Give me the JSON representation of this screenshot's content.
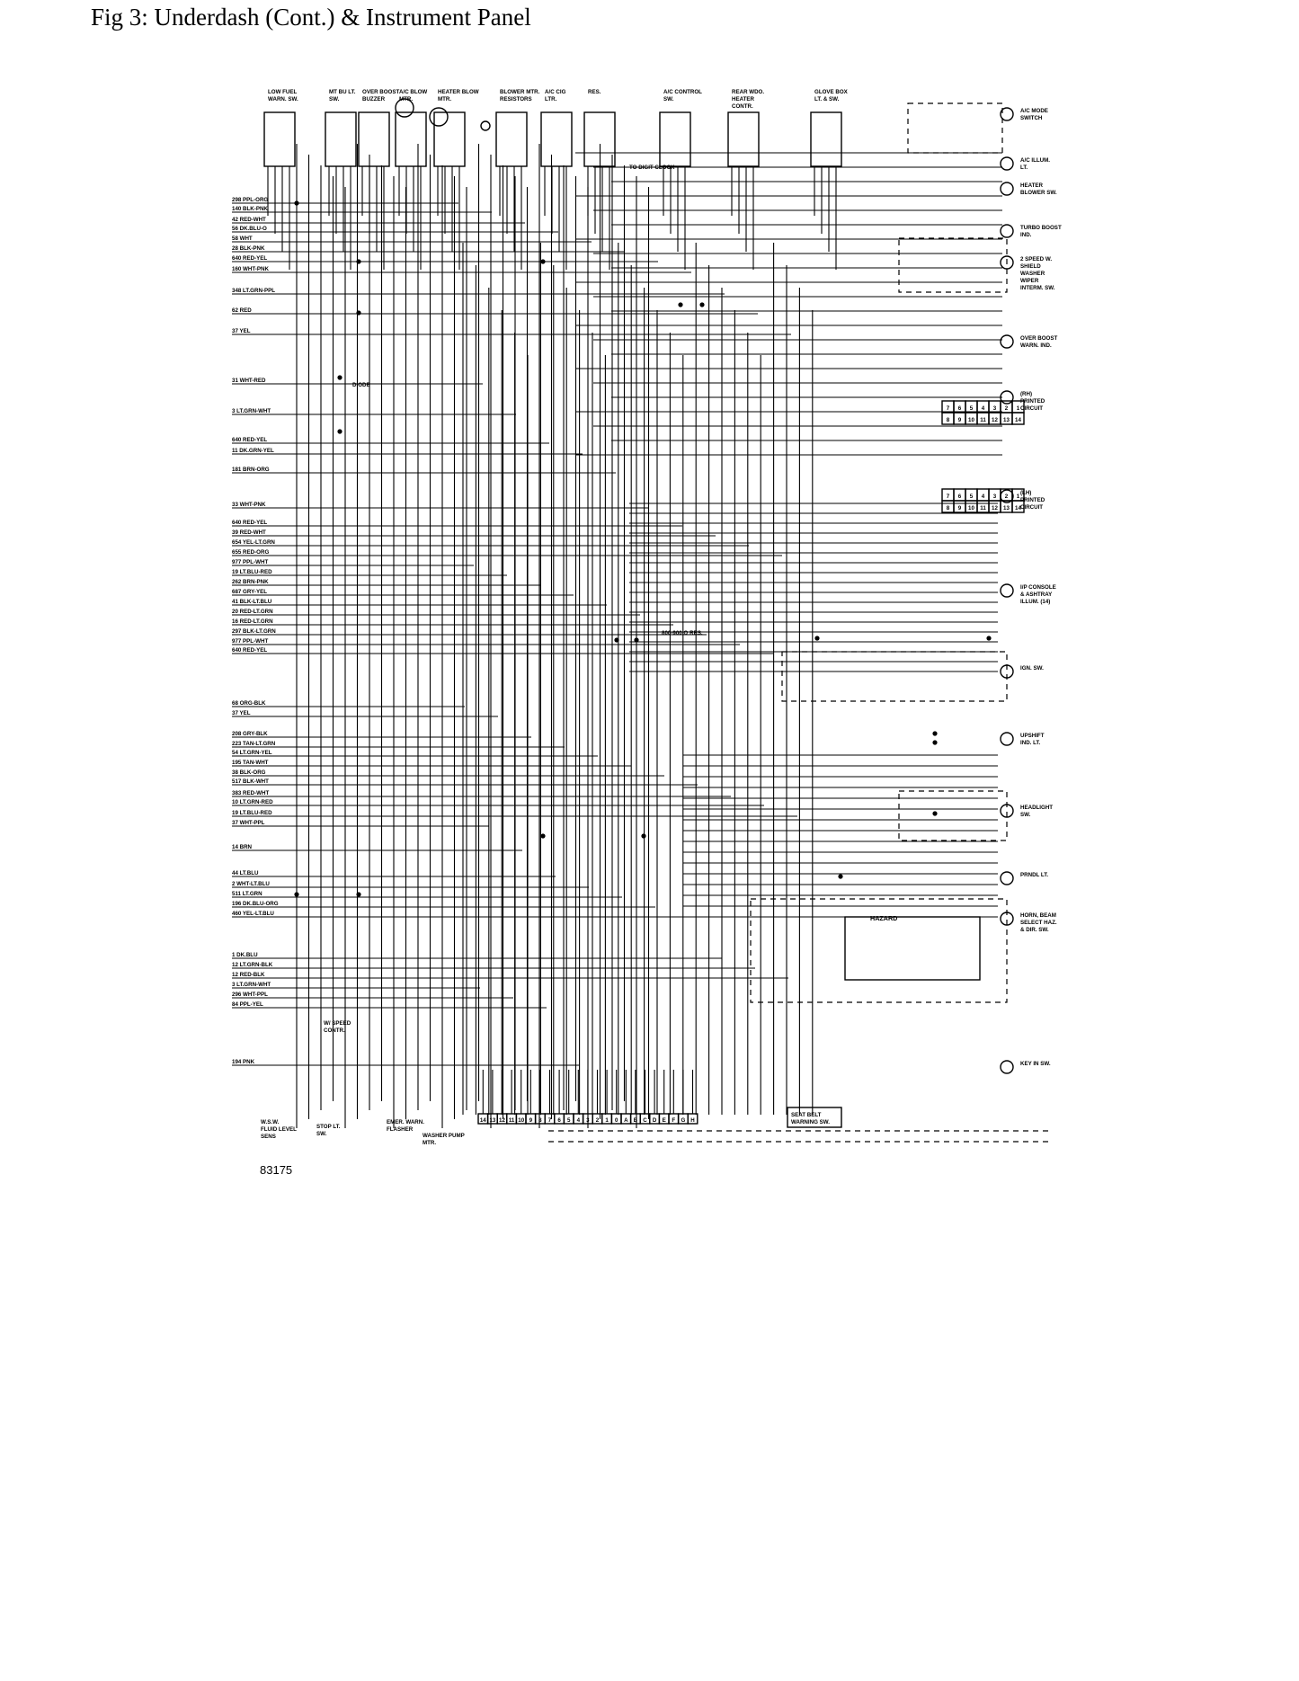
{
  "page": {
    "title": "Fig 3: Underdash (Cont.) & Instrument Panel",
    "figure_number": "83175"
  },
  "top_components": [
    {
      "name": "low-fuel",
      "text": "LOW FUEL WARN. SW."
    },
    {
      "name": "mt-bu",
      "text": "MT BU LT. SW."
    },
    {
      "name": "over-boost-buzzer",
      "text": "OVER BOOST BUZZER"
    },
    {
      "name": "ac-blow-mtr",
      "text": "A/C BLOW MTR."
    },
    {
      "name": "heater-blow-mtr",
      "text": "HEATER BLOW MTR."
    },
    {
      "name": "blower-mtr-resistors",
      "text": "BLOWER MTR. RESISTORS"
    },
    {
      "name": "ac-cig-ltr",
      "text": "A/C CIG LTR."
    },
    {
      "name": "res",
      "text": "RES."
    },
    {
      "name": "ac-control-sw",
      "text": "A/C CONTROL SW."
    },
    {
      "name": "rear-wdo",
      "text": "REAR WDO. HEATER CONTR."
    },
    {
      "name": "glove-box",
      "text": "GLOVE BOX LT. & SW."
    }
  ],
  "left_wires": [
    "298 PPL-ORG",
    "140 BLK-PNK",
    "42 RED-WHT",
    "56 DK.BLU-O",
    "58 WHT",
    "28 BLK-PNK",
    "640 RED-YEL",
    "160 WHT-PNK",
    "348 LT.GRN-PPL",
    "62 RED",
    "37 YEL",
    "31 WHT-RED",
    "3 LT.GRN-WHT",
    "640 RED-YEL",
    "11 DK.GRN-YEL",
    "181 BRN-ORG",
    "33 WHT-PNK",
    "640 RED-YEL",
    "39 RED-WHT",
    "654 YEL-LT.GRN",
    "655 RED-ORG",
    "977 PPL-WHT",
    "19 LT.BLU-RED",
    "262 BRN-PNK",
    "687 GRY-YEL",
    "41 BLK-LT.BLU",
    "20 RED-LT.GRN",
    "16 RED-LT.GRN",
    "297 BLK-LT.GRN",
    "977 PPL-WHT",
    "640 RED-YEL",
    "68 ORG-BLK",
    "37 YEL",
    "208 GRY-BLK",
    "223 TAN-LT.GRN",
    "54 LT.GRN-YEL",
    "195 TAN-WHT",
    "38 BLK-ORG",
    "517 BLK-WHT",
    "383 RED-WHT",
    "10 LT.GRN-RED",
    "19 LT.BLU-RED",
    "37 WHT-PPL",
    "14 BRN",
    "44 LT.BLU",
    "2 WHT-LT.BLU",
    "511 LT.GRN",
    "196 DK.BLU-ORG",
    "460 YEL-LT.BLU",
    "1 DK.BLU",
    "12 LT.GRN-BLK",
    "12 RED-BLK",
    "3 LT.GRN-WHT",
    "296 WHT-PPL",
    "84 PPL-YEL",
    "194 PNK"
  ],
  "right_components": [
    {
      "name": "ac-mode-switch",
      "text": "A/C MODE SWITCH"
    },
    {
      "name": "ac-illum",
      "text": "A/C ILLUM. LT."
    },
    {
      "name": "heater-blower-sw",
      "text": "HEATER BLOWER SW."
    },
    {
      "name": "turbo-boost-ind",
      "text": "TURBO BOOST IND."
    },
    {
      "name": "wiper-sw",
      "text": "2 SPEED W. SHIELD WASHER WIPER INTERM. SW."
    },
    {
      "name": "over-boost-warn",
      "text": "OVER BOOST WARN. IND."
    },
    {
      "name": "rh-printed-circuit",
      "text": "(RH) PRINTED CIRCUIT"
    },
    {
      "name": "lh-printed-circuit",
      "text": "(LH) PRINTED CIRCUIT"
    },
    {
      "name": "console-illum",
      "text": "I/P CONSOLE & ASHTRAY ILLUM. (14)"
    },
    {
      "name": "ign-sw",
      "text": "IGN. SW."
    },
    {
      "name": "upshift-ind",
      "text": "UPSHIFT IND. LT."
    },
    {
      "name": "headlight-sw",
      "text": "HEADLIGHT SW."
    },
    {
      "name": "prndl-lt",
      "text": "PRNDL LT."
    },
    {
      "name": "horn-sw",
      "text": "HORN, BEAM SELECT HAZ. & DIR. SW."
    },
    {
      "name": "key-in-sw",
      "text": "KEY IN SW."
    }
  ],
  "bottom_components": [
    {
      "name": "wsw-fluid",
      "text": "W.S.W. FLUID LEVEL SENS"
    },
    {
      "name": "stop-lt-sw",
      "text": "STOP LT. SW."
    },
    {
      "name": "emer-warn-flasher",
      "text": "EMER. WARN. FLASHER"
    },
    {
      "name": "washer-pump",
      "text": "WASHER PUMP MTR."
    },
    {
      "name": "seat-belt",
      "text": "SEAT BELT WARNING SW."
    },
    {
      "name": "speed-contr",
      "text": "W/ SPEED CONTR."
    }
  ],
  "misc_labels": {
    "diode": "DIODE",
    "res_800": "800-900 Ω RES.",
    "digit_clock": "TO DIGIT CLOCK",
    "hazard": "HAZARD",
    "connector_pins": "14 13 12 11 10 9 8 7 6 5 4 3 2 1 0 A B C D E F G H"
  },
  "pc_rh_pins": [
    "7",
    "6",
    "5",
    "4",
    "3",
    "2",
    "1",
    "8",
    "9",
    "10",
    "11",
    "12",
    "13",
    "14"
  ],
  "pc_lh_pins": [
    "7",
    "6",
    "5",
    "4",
    "3",
    "2",
    "1",
    "8",
    "9",
    "10",
    "11",
    "12",
    "13",
    "14"
  ]
}
